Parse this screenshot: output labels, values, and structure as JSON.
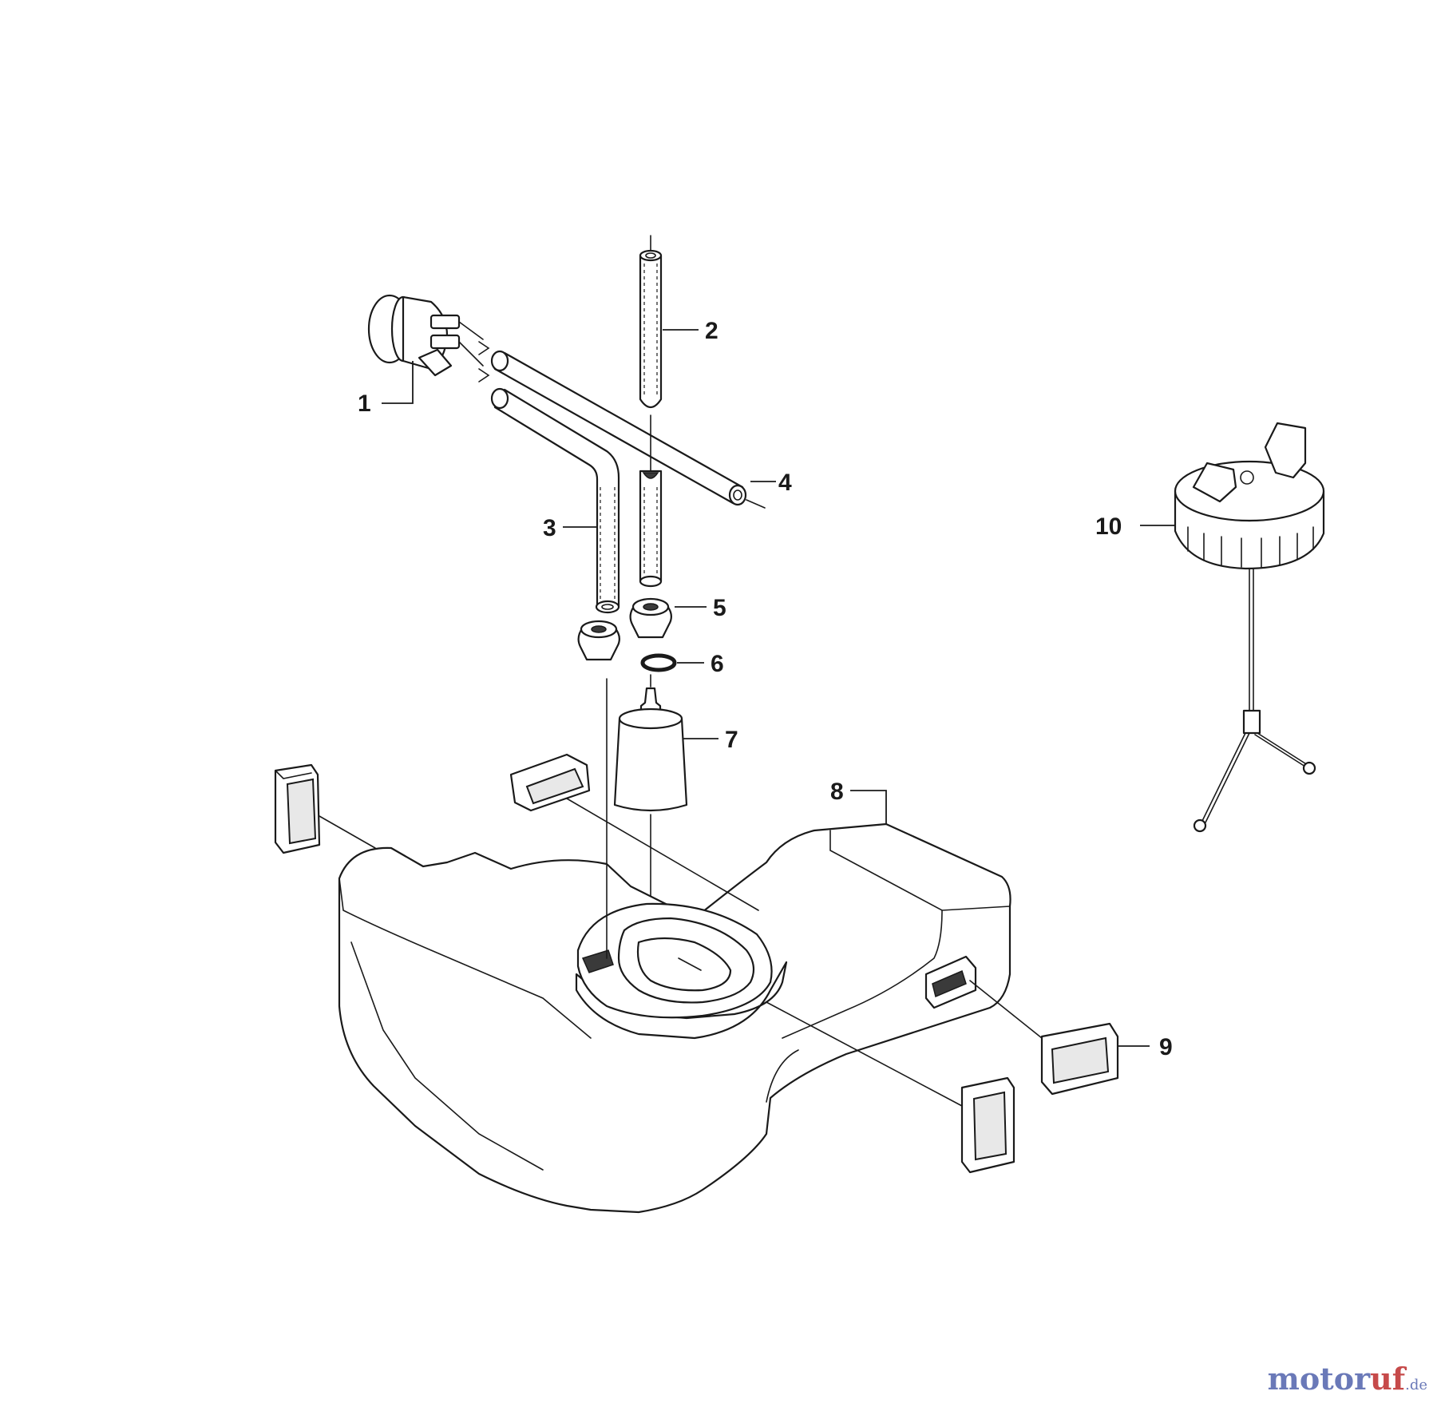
{
  "parts": {
    "p1": {
      "number": "1",
      "name": "primer-bulb"
    },
    "p2": {
      "number": "2",
      "name": "fuel-hose"
    },
    "p3": {
      "number": "3",
      "name": "fuel-hose-bent"
    },
    "p4": {
      "number": "4",
      "name": "return-hose"
    },
    "p5": {
      "number": "5",
      "name": "grommet"
    },
    "p6": {
      "number": "6",
      "name": "o-ring"
    },
    "p7": {
      "number": "7",
      "name": "fuel-filter"
    },
    "p8": {
      "number": "8",
      "name": "fuel-tank"
    },
    "p9": {
      "number": "9",
      "name": "rubber-mount"
    },
    "p10": {
      "number": "10",
      "name": "fuel-cap"
    }
  },
  "watermark": {
    "main": "motor",
    "accent": "uf",
    "tld": ".de"
  }
}
